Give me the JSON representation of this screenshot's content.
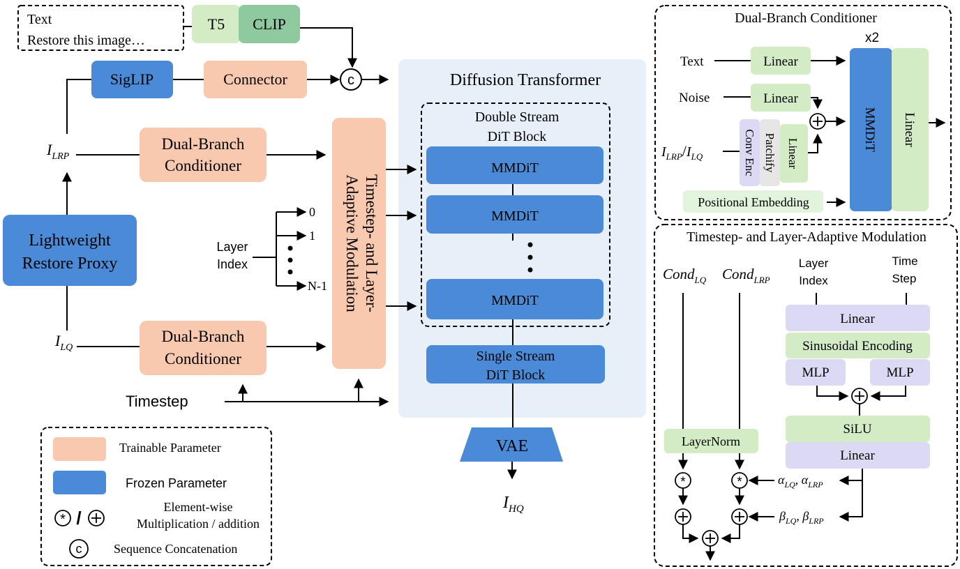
{
  "colors": {
    "trainable": "#f8c9ae",
    "frozen": "#4a8ad6",
    "green": "#d3ecc6",
    "green_dark": "#8fc9a0",
    "lavender": "#dcd9f5",
    "panel": "#e7eff8",
    "dit_block": "#4a8ad6"
  },
  "text_input": {
    "line1": "Text",
    "line2": "Restore this image…"
  },
  "t5": "T5",
  "clip": "CLIP",
  "siglip": "SigLIP",
  "connector": "Connector",
  "concat_symbol": "c",
  "lrp_label": {
    "main": "I",
    "sub": "LRP"
  },
  "lq_label": {
    "main": "I",
    "sub": "LQ"
  },
  "hq_label": {
    "main": "I",
    "sub": "HQ"
  },
  "proxy": {
    "line1": "Lightweight",
    "line2": "Restore Proxy"
  },
  "dbc_top": {
    "line1": "Dual-Branch",
    "line2": "Conditioner"
  },
  "dbc_bottom": {
    "line1": "Dual-Branch",
    "line2": "Conditioner"
  },
  "modulation": {
    "line1": "Timestep- and Layer-",
    "line2": "Adaptive Modulation"
  },
  "layer_index": {
    "line1": "Layer",
    "line2": "Index",
    "ticks": [
      "0",
      "1",
      "N-1"
    ]
  },
  "timestep": "Timestep",
  "diffusion_transformer": "Diffusion Transformer",
  "double_stream": {
    "line1": "Double Stream",
    "line2": "DiT Block"
  },
  "mmdit_blocks": [
    "MMDiT",
    "MMDiT",
    "MMDiT"
  ],
  "single_stream": {
    "line1": "Single Stream",
    "line2": "DiT Block"
  },
  "vae": "VAE",
  "legend": {
    "trainable": "Trainable Parameter",
    "frozen": "Frozen Parameter",
    "elementwise_line1": "Element-wise",
    "elementwise_line2": "Multiplication / addition",
    "slash": "/",
    "concat": "Sequence Concatenation"
  },
  "dbc_panel": {
    "title": "Dual-Branch Conditioner",
    "repeat": "x2",
    "text": "Text",
    "noise": "Noise",
    "input_a": {
      "main": "I",
      "sub": "LRP"
    },
    "input_b": {
      "main": "I",
      "sub": "LQ"
    },
    "slash": "/",
    "linear": "Linear",
    "conv_enc": "Conv Enc",
    "patchify": "Patchify",
    "pos_embed": "Positional Embedding",
    "mmdit": "MMDiT"
  },
  "mod_panel": {
    "title": "Timestep- and Layer-Adaptive Modulation",
    "cond_lq": {
      "main": "Cond",
      "sub": "LQ"
    },
    "cond_lrp": {
      "main": "Cond",
      "sub": "LRP"
    },
    "layer_index": {
      "line1": "Layer",
      "line2": "Index"
    },
    "time_step": {
      "line1": "Time",
      "line2": "Step"
    },
    "linear": "Linear",
    "sinusoidal": "Sinusoidal Encoding",
    "mlp": "MLP",
    "silu": "SiLU",
    "layernorm": "LayerNorm",
    "alpha_label": {
      "sym": "α",
      "sub1": "LQ",
      "sub2": "LRP"
    },
    "beta_label": {
      "sym": "β",
      "sub1": "LQ",
      "sub2": "LRP"
    }
  }
}
